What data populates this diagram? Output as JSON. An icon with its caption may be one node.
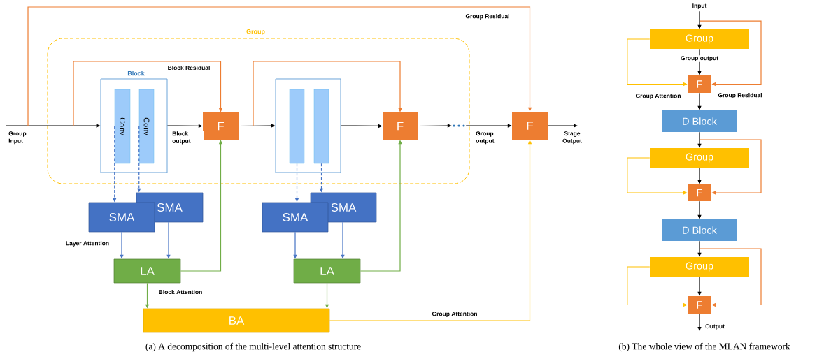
{
  "diagram": {
    "nodes": [
      {
        "text": [
          "Group"
        ]
      },
      {
        "text": [
          "Block"
        ],
        "in": 0
      },
      {
        "text": [
          "Conv"
        ],
        "in": 1
      },
      {
        "text": [
          "Conv"
        ],
        "in": 1
      },
      {
        "text": [
          "F"
        ],
        "in": 0
      },
      {
        "text": [],
        "shape": "box",
        "in": 0
      },
      {
        "text": [],
        "shape": "bar",
        "in": 5
      },
      {
        "text": [],
        "shape": "bar",
        "in": 5
      },
      {
        "text": [
          "F"
        ],
        "in": 0
      },
      {
        "text": [
          "F"
        ]
      },
      {
        "text": [],
        "shape": "dots",
        "in": 0
      },
      {
        "text": [
          "SMA"
        ]
      },
      {
        "text": [
          "SMA"
        ]
      },
      {
        "text": [
          "SMA"
        ]
      },
      {
        "text": [
          "SMA"
        ]
      },
      {
        "text": [
          "LA"
        ]
      },
      {
        "text": [
          "LA"
        ]
      },
      {
        "text": [
          "BA"
        ]
      },
      {
        "text": [
          "Input"
        ]
      },
      {
        "text": [
          "Group"
        ]
      },
      {
        "text": [
          "F"
        ]
      },
      {
        "text": [
          "D Block"
        ]
      },
      {
        "text": [
          "Group"
        ]
      },
      {
        "text": [
          "F"
        ]
      },
      {
        "text": [
          "D Block"
        ]
      },
      {
        "text": [
          "Group"
        ]
      },
      {
        "text": [
          "F"
        ]
      }
    ],
    "edges": [
      {
        "from": null,
        "to": 1,
        "arrow": "to",
        "label": "Group Input"
      },
      {
        "from": null,
        "to": 4,
        "arrow": "to",
        "label": "Block Residual",
        "color": "#ed7d31"
      },
      {
        "from": null,
        "to": 9,
        "arrow": "to",
        "label": "Group Residual",
        "color": "#ed7d31"
      },
      {
        "from": 1,
        "to": 4,
        "arrow": "to",
        "label": "Block output"
      },
      {
        "from": 4,
        "to": 5,
        "arrow": "to"
      },
      {
        "from": null,
        "to": 8,
        "arrow": "to",
        "color": "#ed7d31"
      },
      {
        "from": 5,
        "to": 8,
        "arrow": "to"
      },
      {
        "from": 8,
        "to": 10,
        "arrow": "to"
      },
      {
        "from": 10,
        "to": 9,
        "arrow": "to",
        "label": "Group output"
      },
      {
        "from": 9,
        "to": null,
        "arrow": "to",
        "label": "Stage Output"
      },
      {
        "from": 2,
        "to": 11,
        "arrow": "to",
        "style": "dashed",
        "color": "#4472c4"
      },
      {
        "from": 3,
        "to": 12,
        "arrow": "to",
        "style": "dashed",
        "color": "#4472c4"
      },
      {
        "from": 6,
        "to": 13,
        "arrow": "to",
        "style": "dashed",
        "color": "#4472c4"
      },
      {
        "from": 7,
        "to": 14,
        "arrow": "to",
        "style": "dashed",
        "color": "#4472c4"
      },
      {
        "from": 11,
        "to": 15,
        "arrow": "to",
        "label": "Layer Attention",
        "color": "#4472c4"
      },
      {
        "from": 12,
        "to": 15,
        "arrow": "to",
        "color": "#4472c4"
      },
      {
        "from": 13,
        "to": 16,
        "arrow": "to",
        "color": "#4472c4"
      },
      {
        "from": 14,
        "to": 16,
        "arrow": "to",
        "color": "#4472c4"
      },
      {
        "from": 15,
        "to": 4,
        "arrow": "to",
        "color": "#70ad47"
      },
      {
        "from": 16,
        "to": 8,
        "arrow": "to",
        "color": "#70ad47"
      },
      {
        "from": 15,
        "to": 17,
        "arrow": "to",
        "label": "Block Attention",
        "color": "#70ad47"
      },
      {
        "from": 16,
        "to": 17,
        "arrow": "to",
        "color": "#70ad47"
      },
      {
        "from": 17,
        "to": 9,
        "arrow": "to",
        "label": "Group Attention",
        "color": "#ffc000"
      },
      {
        "from": 18,
        "to": 19,
        "arrow": "to"
      },
      {
        "from": 18,
        "to": 20,
        "arrow": "to",
        "label": "Group Residual",
        "color": "#ed7d31"
      },
      {
        "from": 19,
        "to": 20,
        "arrow": "to",
        "label": "Group output"
      },
      {
        "from": 19,
        "to": 20,
        "arrow": "to",
        "label": "Group Attention",
        "color": "#ffc000"
      },
      {
        "from": 20,
        "to": 21,
        "arrow": "to"
      },
      {
        "from": 21,
        "to": 22,
        "arrow": "to"
      },
      {
        "from": 21,
        "to": 23,
        "arrow": "to",
        "color": "#ed7d31"
      },
      {
        "from": 22,
        "to": 23,
        "arrow": "to"
      },
      {
        "from": 22,
        "to": 23,
        "arrow": "to",
        "color": "#ffc000"
      },
      {
        "from": 23,
        "to": 24,
        "arrow": "to"
      },
      {
        "from": 24,
        "to": 25,
        "arrow": "to"
      },
      {
        "from": 24,
        "to": 26,
        "arrow": "to",
        "color": "#ed7d31"
      },
      {
        "from": 25,
        "to": 26,
        "arrow": "to"
      },
      {
        "from": 25,
        "to": 26,
        "arrow": "to",
        "color": "#ffc000"
      },
      {
        "from": 26,
        "to": null,
        "arrow": "to",
        "label": "Output"
      }
    ],
    "labels": [
      "(a) A decomposition of the multi-level attention structure",
      "(b) The whole view of the MLAN framework"
    ]
  }
}
